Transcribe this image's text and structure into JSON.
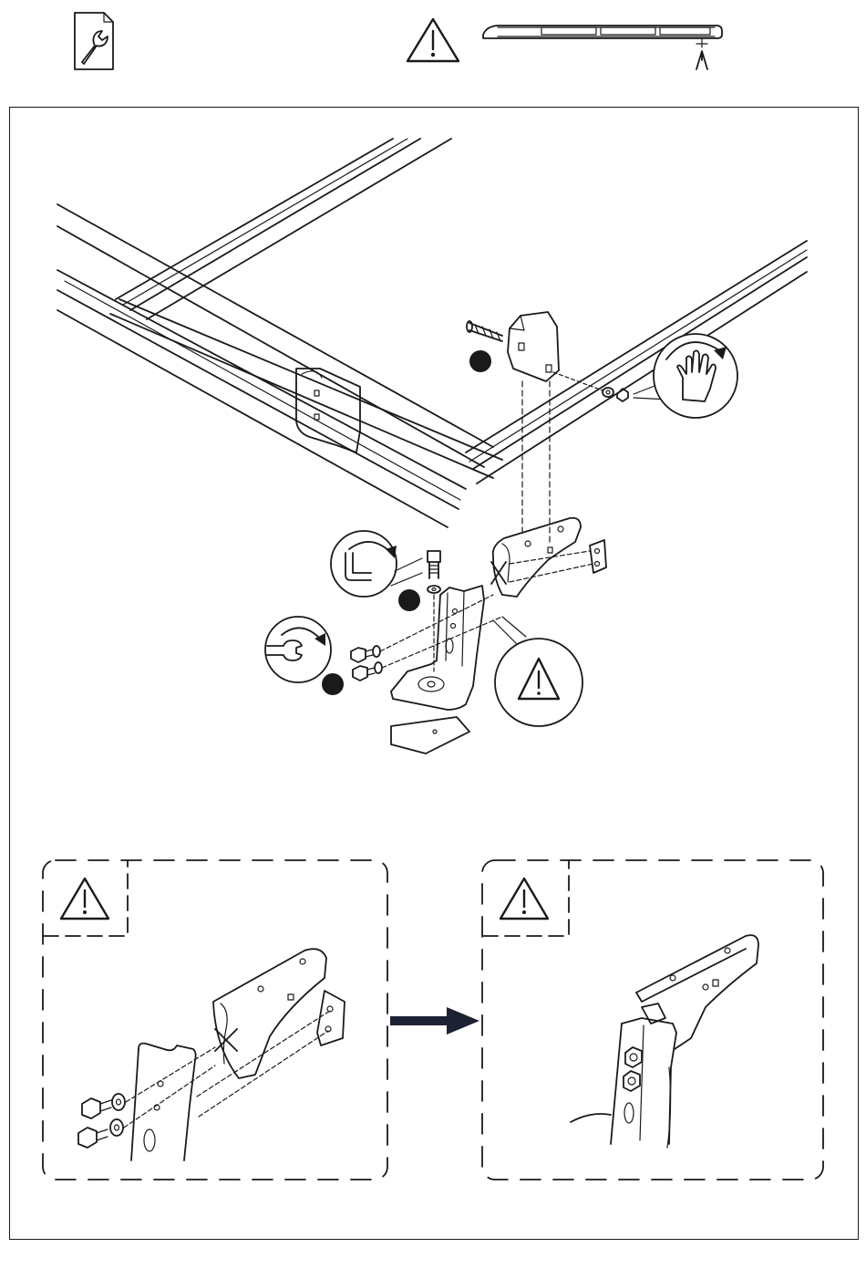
{
  "page": {
    "title": "",
    "step_markers": [
      {
        "kind": "filled-dot"
      },
      {
        "kind": "filled-dot"
      },
      {
        "kind": "filled-dot"
      }
    ]
  },
  "header": {
    "icons": [
      "service-manual-icon",
      "warning-triangle-icon",
      "roof-rail-position-icon"
    ]
  },
  "detail_panels": [
    {
      "id": "incorrect",
      "icon": "warning-triangle-icon"
    },
    {
      "id": "correct",
      "icon": "warning-triangle-icon"
    }
  ],
  "colors": {
    "line": "#1a1a1a",
    "arrow_fill": "#1c2233",
    "background": "#ffffff"
  }
}
